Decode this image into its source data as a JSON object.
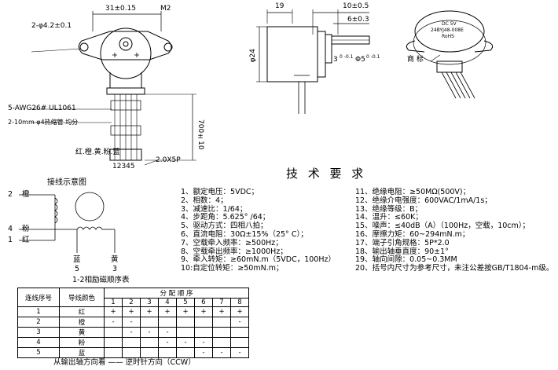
{
  "drawing": {
    "dims": {
      "d31": "31±0.15",
      "m2": "M2",
      "hole": "2-φ4.2±0.1",
      "d19": "19",
      "d10": "10±0.5",
      "d6": "6±0.3",
      "phi24": "φ24",
      "d3": "3",
      "d3tol": "0 -0.1",
      "phi5": "Φ5",
      "phi5tol": "0 -0.1",
      "len700": "700±10",
      "awg": "5-AWG26# UL1061",
      "sleeve": "2-10mm φ4热缩管 均分",
      "colors": "红.橙.黄.粉.蓝",
      "pins": "12345",
      "connector": "2.0X5P",
      "trademark": "商 标"
    },
    "label": {
      "line1": "DC 5V",
      "line2": "24BYJ48-008E",
      "line3": "RoHS"
    }
  },
  "wiring": {
    "title": "接线示意图",
    "w2": "2",
    "c2": "橙",
    "w4": "4",
    "c4": "粉",
    "w1": "1",
    "c1": "红",
    "blue": "蓝",
    "blue_n": "5",
    "yellow": "黄",
    "yellow_n": "3"
  },
  "spec": {
    "title": "技 术 要 求",
    "items_left": [
      "1、额定电压：5VDC；",
      "2、相数：4；",
      "3、减速比：1/64；",
      "4、步距角：5.625° /64；",
      "5、驱动方式：四相八拍；",
      "6、直流电阻：30Ω±15%（25° C）；",
      "7、空载牵入频率：≥500Hz；",
      "8、空载牵出频率：≥1000Hz；",
      "9、牵入转矩：≥60mN.m（5VDC，100Hz）",
      "10:自定位转矩：≥50mN.m；"
    ],
    "items_right": [
      "11、绝缘电阻：≥50MΩ(500V)；",
      "12、绝缘介电强度：600VAC/1mA/1s；",
      "13、绝缘等级：B；",
      "14、温升：≤60K；",
      "15、噪声：≤40dB（A）（100Hz，空载，10cm）；",
      "16、摩擦力矩：60~294mN.m；",
      "17、端子引角规格：5P*2.0",
      "18、输出轴垂直度：90±1°",
      "19、轴向间隙：0.05~0.3MM",
      "20、括号内尺寸为参考尺寸，未注公差按GB/T1804-m级。"
    ]
  },
  "table": {
    "title": "1-2相励磁顺序表",
    "h_seq": "连线序号",
    "h_color": "导线颜色",
    "h_order": "分 配 顺 序",
    "steps": [
      "1",
      "2",
      "3",
      "4",
      "5",
      "6",
      "7",
      "8"
    ],
    "rows": [
      {
        "seq": "1",
        "color": "红",
        "cells": [
          "+",
          "+",
          "+",
          "+",
          "+",
          "+",
          "+",
          "+"
        ]
      },
      {
        "seq": "2",
        "color": "橙",
        "cells": [
          "-",
          "-",
          "",
          "",
          "",
          "",
          "",
          "-"
        ]
      },
      {
        "seq": "3",
        "color": "黄",
        "cells": [
          "",
          "-",
          "-",
          "-",
          "",
          "",
          "",
          ""
        ]
      },
      {
        "seq": "4",
        "color": "粉",
        "cells": [
          "",
          "",
          "",
          "-",
          "-",
          "-",
          "",
          ""
        ]
      },
      {
        "seq": "5",
        "color": "蓝",
        "cells": [
          "",
          "",
          "",
          "",
          "",
          "-",
          "-",
          "-"
        ]
      }
    ],
    "footer": "从输出轴方向看 —— 逆时针方向（CCW）"
  }
}
